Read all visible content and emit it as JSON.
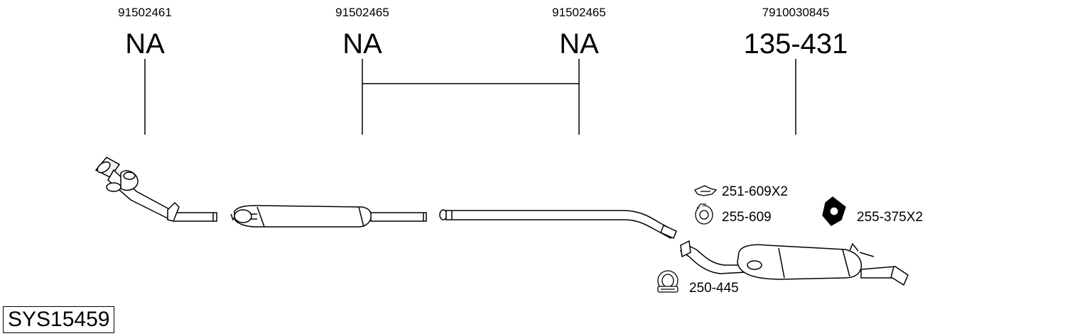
{
  "columns": [
    {
      "part_number": "91502461",
      "code": "NA"
    },
    {
      "part_number": "91502465",
      "code": "NA"
    },
    {
      "part_number": "91502465",
      "code": "NA"
    },
    {
      "part_number": "7910030845",
      "code": "135-431"
    }
  ],
  "accessories": [
    {
      "label": "251-609X2"
    },
    {
      "label": "255-609"
    },
    {
      "label": "255-375X2"
    },
    {
      "label": "250-445"
    }
  ],
  "system_id": "SYS15459"
}
